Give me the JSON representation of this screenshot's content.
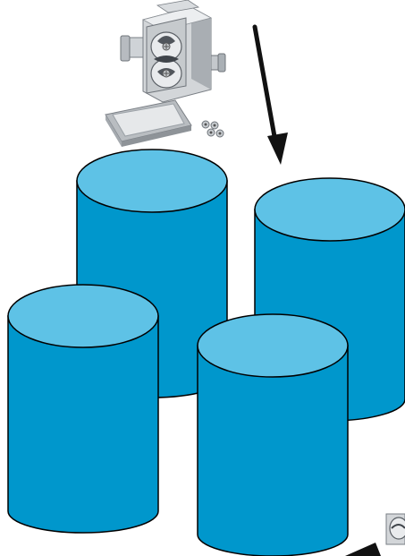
{
  "colors": {
    "background": "#ffffff",
    "tank_body": "#0097cc",
    "tank_top": "#5ec2e6",
    "outline": "#000000",
    "arrow": "#111111",
    "metal_light": "#e4e6e8",
    "metal_mid": "#bfc3c7",
    "metal_dark": "#8b9096",
    "metal_shadow": "#4a4f55"
  },
  "diagram": {
    "tanks": [
      {
        "name": "tank-back-left"
      },
      {
        "name": "tank-back-right"
      },
      {
        "name": "tank-front-left"
      },
      {
        "name": "tank-front-right"
      }
    ],
    "arrows": [
      {
        "name": "arrow-pump-to-tanks",
        "direction": "down"
      },
      {
        "name": "arrow-partial-bottom",
        "direction": "right"
      }
    ],
    "images": [
      {
        "name": "lobe-pump-image",
        "icon": "rotary-lobe-pump"
      },
      {
        "name": "partial-pump-image",
        "icon": "rotary-lobe-pump-partial"
      }
    ]
  }
}
